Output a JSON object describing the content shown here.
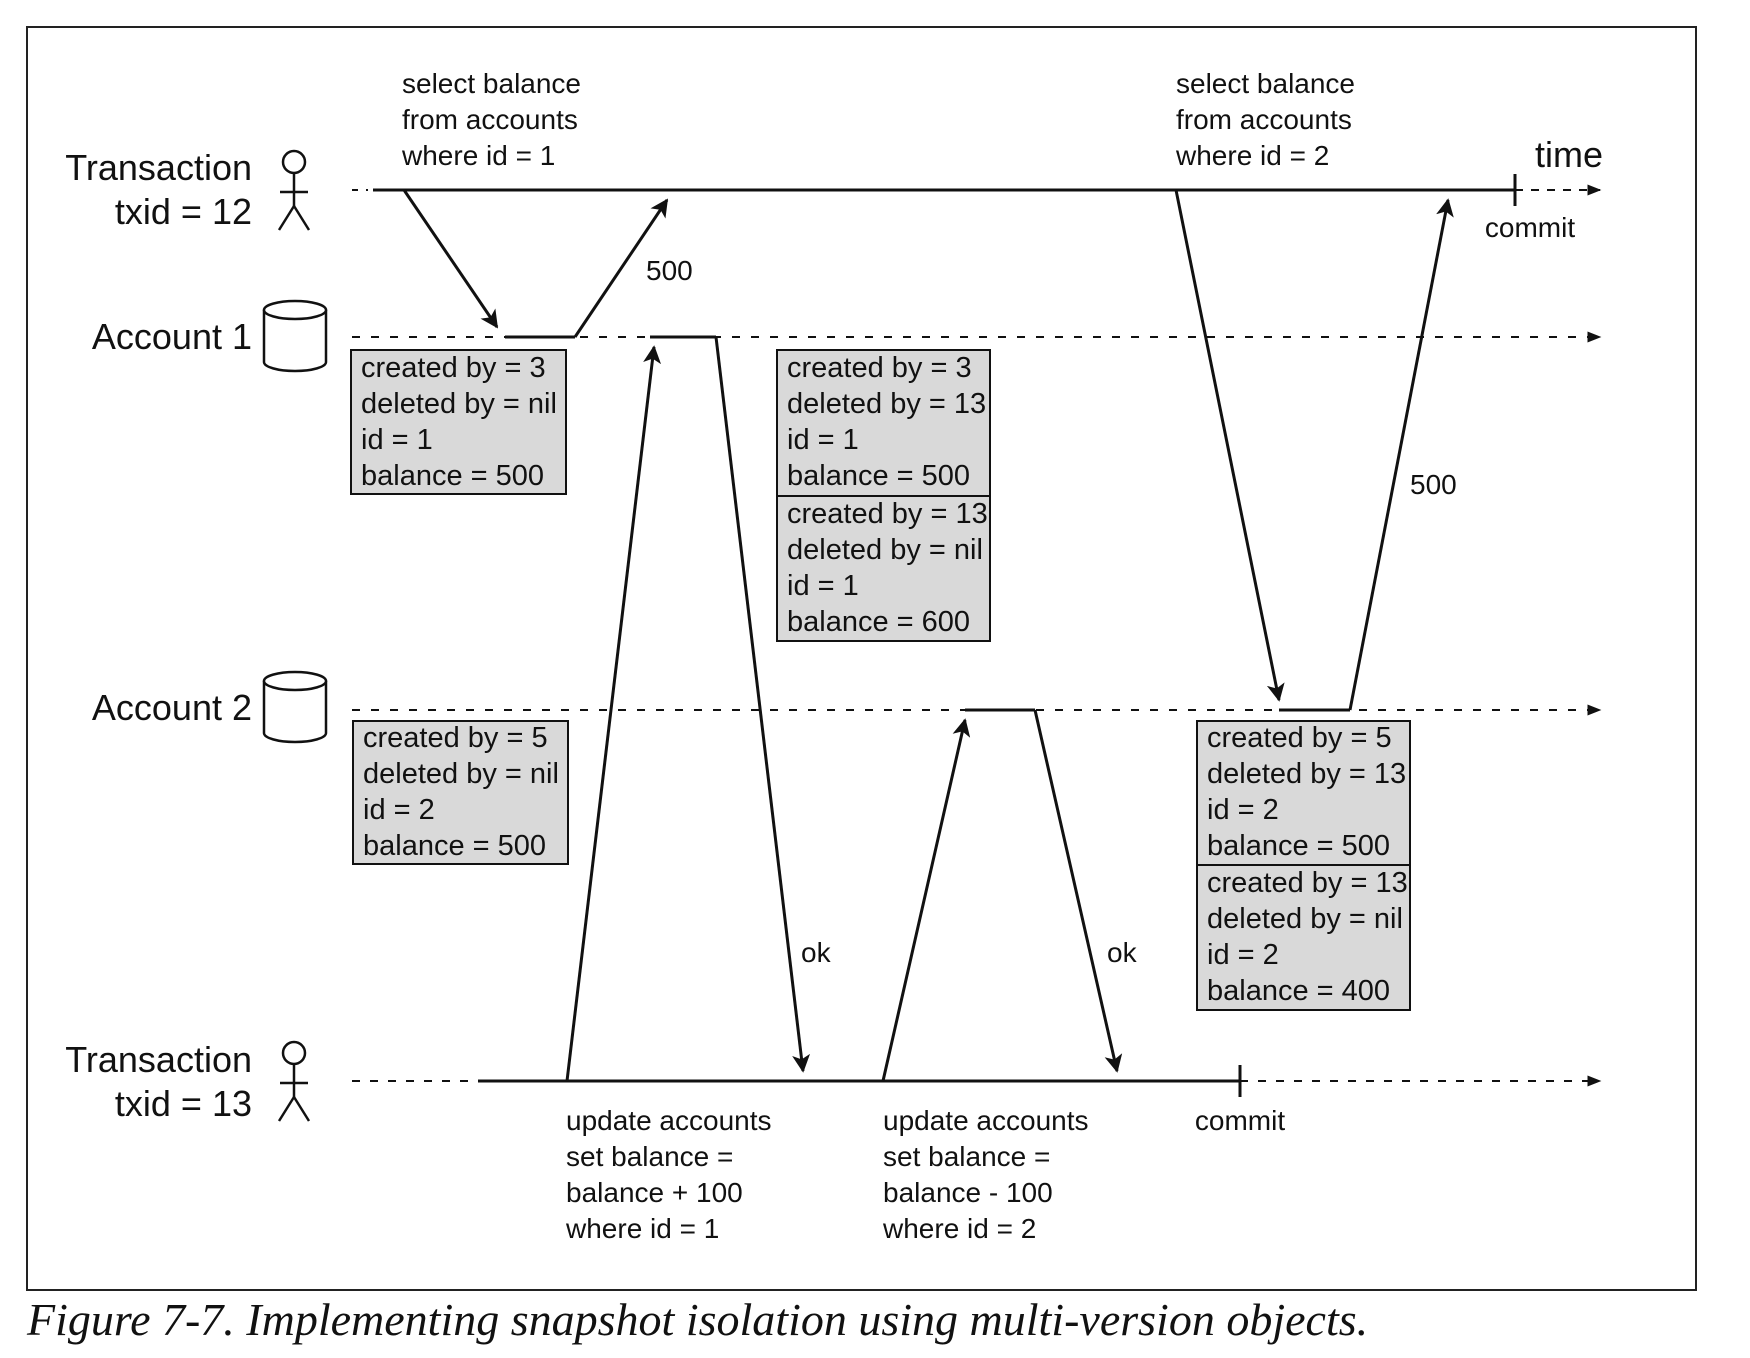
{
  "actors": {
    "tx12": {
      "line1": "Transaction",
      "line2": "txid = 12"
    },
    "tx13": {
      "line1": "Transaction",
      "line2": "txid = 13"
    }
  },
  "accounts": {
    "a1": "Account 1",
    "a2": "Account 2"
  },
  "time_label": "time",
  "queries": {
    "q1": [
      "select balance",
      "from accounts",
      "where id = 1"
    ],
    "q2": [
      "select balance",
      "from accounts",
      "where id = 2"
    ],
    "u1": [
      "update accounts",
      "set balance =",
      "balance + 100",
      "where id = 1"
    ],
    "u2": [
      "update accounts",
      "set balance =",
      "balance - 100",
      "where id = 2"
    ]
  },
  "responses": {
    "r1": "500",
    "r2": "500",
    "ok1": "ok",
    "ok2": "ok"
  },
  "commit_labels": {
    "tx12": "commit",
    "tx13": "commit"
  },
  "records": {
    "a1_old": [
      "created by = 3",
      "deleted by = nil",
      "id = 1",
      "balance = 500"
    ],
    "a1_v1": [
      "created by = 3",
      "deleted by = 13",
      "id = 1",
      "balance = 500"
    ],
    "a1_v2": [
      "created by = 13",
      "deleted by = nil",
      "id = 1",
      "balance = 600"
    ],
    "a2_old": [
      "created by = 5",
      "deleted by = nil",
      "id = 2",
      "balance = 500"
    ],
    "a2_v1": [
      "created by = 5",
      "deleted by = 13",
      "id = 2",
      "balance = 500"
    ],
    "a2_v2": [
      "created by = 13",
      "deleted by = nil",
      "id = 2",
      "balance = 400"
    ]
  },
  "colors": {
    "record_fill": "#d9d9d9",
    "stroke": "#111111"
  },
  "caption": "Figure 7-7. Implementing snapshot isolation using multi-version objects."
}
